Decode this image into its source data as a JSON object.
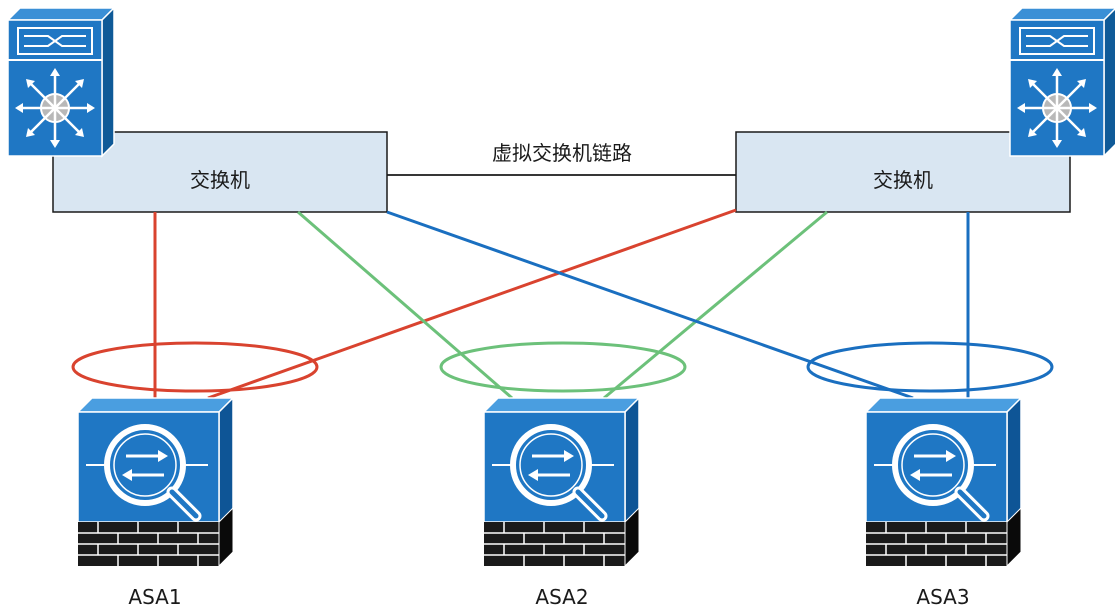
{
  "diagram": {
    "switch_left_label": "交换机",
    "switch_right_label": "交换机",
    "vss_link_label": "虚拟交换机链路",
    "asa1_label": "ASA1",
    "asa2_label": "ASA2",
    "asa3_label": "ASA3"
  },
  "colors": {
    "switch_fill": "#d9e6f2",
    "device_blue": "#1f6fb3",
    "link_red": "#d9432f",
    "link_green": "#6cc17a",
    "link_blue": "#1a6fc0",
    "wall_dark": "#1a1a1a"
  }
}
